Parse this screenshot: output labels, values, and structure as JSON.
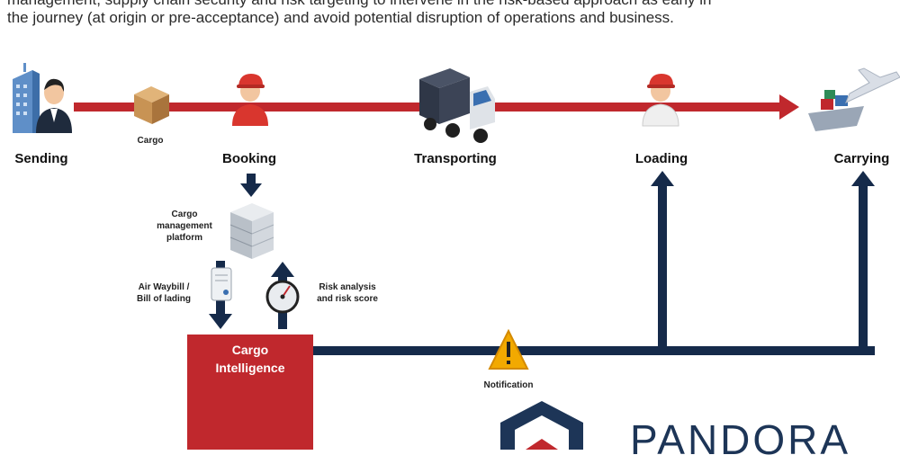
{
  "intro": {
    "line1": "management, supply chain security and risk targeting to intervene in the risk-based approach as early in",
    "line2": "the journey (at origin or pre-acceptance) and avoid potential disruption of operations and business."
  },
  "stages": {
    "sending": "Sending",
    "booking": "Booking",
    "transporting": "Transporting",
    "loading": "Loading",
    "carrying": "Carrying"
  },
  "labels": {
    "cargo": "Cargo",
    "platform_l1": "Cargo",
    "platform_l2": "management",
    "platform_l3": "platform",
    "waybill_l1": "Air Waybill /",
    "waybill_l2": "Bill of lading",
    "risk_l1": "Risk analysis",
    "risk_l2": "and risk score",
    "notification": "Notification"
  },
  "cargo_intelligence": {
    "line1": "Cargo",
    "line2": "Intelligence"
  },
  "brand": {
    "name": "PANDORA"
  },
  "colors": {
    "flow_red": "#c0282d",
    "navy": "#152a4a",
    "box_red": "#c0282d"
  }
}
